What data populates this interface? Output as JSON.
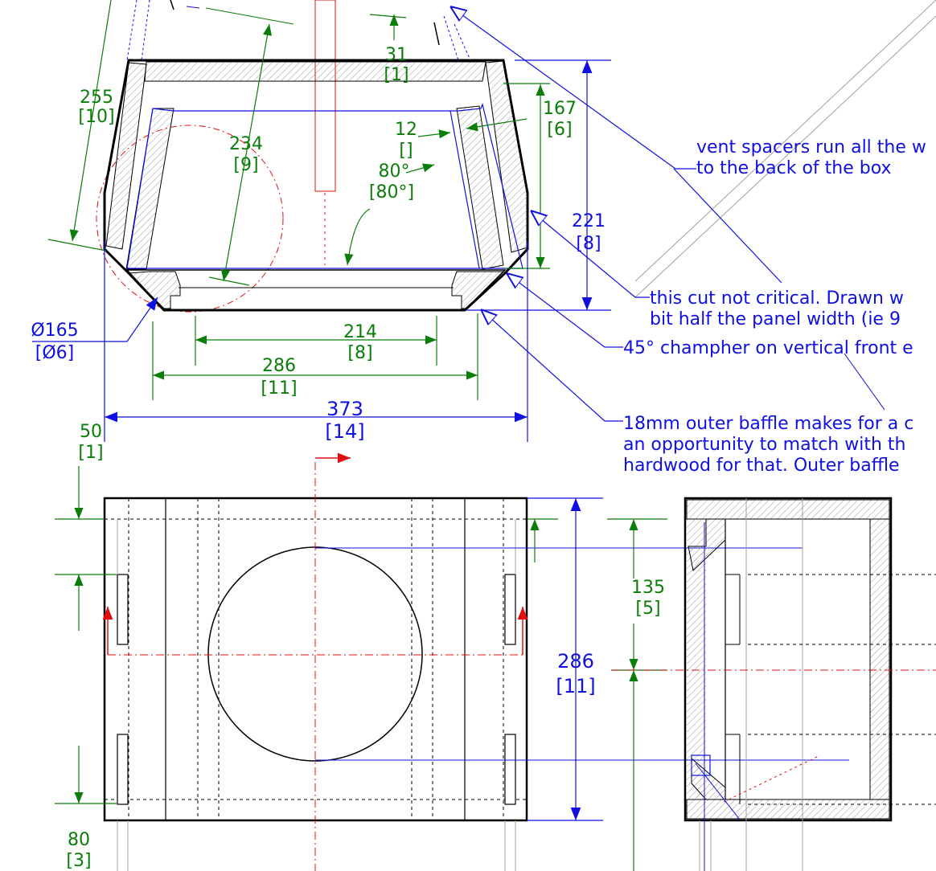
{
  "colors": {
    "outline": "#000000",
    "dimension_green": "#0a7d0a",
    "dimension_blue": "#1010e0",
    "centerline_red": "#e01010",
    "hatch": "#9a9a9a"
  },
  "top_view_dims": {
    "d31": "31",
    "d31_in": "[1]",
    "d255": "255",
    "d255_in": "[10]",
    "d234": "234",
    "d234_in": "[9]",
    "d12": "12",
    "d12_in": "[]",
    "angle_small": "80°",
    "angle": "80°",
    "angle_in": "[80°]",
    "d167": "167",
    "d167_in": "[6]",
    "d221": "221",
    "d221_in": "[8]",
    "dia": "Ø165",
    "dia_in": "[Ø6]",
    "d214": "214",
    "d214_in": "[8]",
    "d286": "286",
    "d286_in": "[11]",
    "d373": "373",
    "d373_in": "[14]"
  },
  "front_view_dims": {
    "d50": "50",
    "d50_in": "[1]",
    "d80": "80",
    "d80_in": "[3]",
    "d286h": "286",
    "d286h_in": "[11]",
    "d135": "135",
    "d135_in": "[5]"
  },
  "notes": {
    "vent_line1": "vent spacers run all the w",
    "vent_line2": "to the back of the box",
    "cut_line1": "this cut not critical. Drawn w",
    "cut_line2": "bit half the panel width (ie 9",
    "chamfer": "45° champher on vertical front e",
    "baffle_line1": "18mm outer baffle makes for a c",
    "baffle_line2": "an opportunity to match with th",
    "baffle_line3": "hardwood for that. Outer baffle"
  }
}
